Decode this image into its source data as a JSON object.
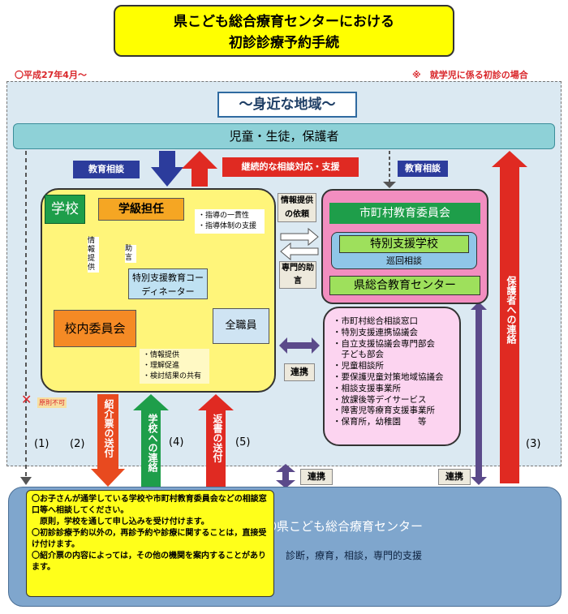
{
  "title": {
    "line1": "県こども総合療育センターにおける",
    "line2": "初診診療予約手続"
  },
  "date_note": "〇平成27年4月～",
  "scope_note": "※　就学児に係る初診の場合",
  "region_title": "～身近な地域～",
  "top_band": "児童・生徒，保護者",
  "labels": {
    "kyoiku_soudan_left": "教育相談",
    "kyoiku_soudan_right": "教育相談",
    "keizoku": "継続的な相談対応・支援",
    "jouhou_irai": "情報提供の依頼",
    "senmon_jogen": "専門的助言",
    "renkei_mid": "連携",
    "renkei_bottom1": "連携",
    "renkei_bottom2": "連携",
    "gensoku_fuka": "原則不可"
  },
  "school": {
    "tag": "学校",
    "teacher": "学級担任",
    "teacher_notes": [
      "・指導の一貫性",
      "・指導体制の支援"
    ],
    "info_label": "情報提供",
    "advice_label": "助言",
    "coordinator": "特別支援教育コーディネーター",
    "committee": "校内委員会",
    "staff": "全職員",
    "committee_notes": [
      "・情報提供",
      "・理解促進",
      "・検討結果の共有"
    ]
  },
  "board": {
    "title": "市町村教育委員会",
    "special_school": "特別支援学校",
    "junkai": "巡回相談",
    "center": "県総合教育センター"
  },
  "network": [
    "・市町村総合相談窓口",
    "・特別支援連携協議会",
    "・自立支援協議会専門部会",
    "　子ども部会",
    "・児童相談所",
    "・要保護児童対策地域協議会",
    "・相談支援事業所",
    "・放課後等デイサービス",
    "・障害児等療育支援事業所",
    "・保育所，幼稚園　　等"
  ],
  "routes": {
    "r1": "(1)",
    "r2": "(2)",
    "r3": "(3)",
    "r4": "(4)",
    "r5": "(5)",
    "shokai": "紹介票の送付",
    "gakkou_renraku": "学校への連絡",
    "hensho": "返書の送付",
    "hogosha_renraku": "保護者への連絡"
  },
  "center": {
    "title": "〇県こども総合療育センター",
    "services": "診断，療育，相談，専門的支援"
  },
  "notes": [
    "〇お子さんが通学している学校や市町村教育委員会などの相談窓口等へ相談してください。",
    "　原則，学校を通して申し込みを受け付けます。",
    "〇初診診療予約以外の，再診予約や診療に関することは，直接受け付けます。",
    "〇紹介票の内容によっては，その他の機関を案内することがあります。"
  ],
  "colors": {
    "accent_blue": "#2c3c9c",
    "red": "#e02a22",
    "green": "#1e9e4a",
    "yellow": "#fff57a",
    "pink": "#f28ec0"
  }
}
